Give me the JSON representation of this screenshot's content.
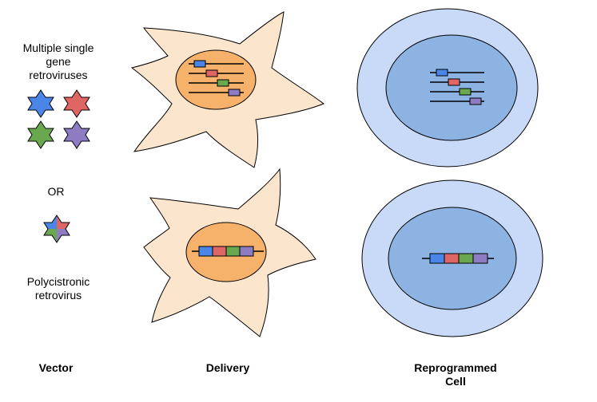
{
  "labels": {
    "multiple_line1": "Multiple single",
    "multiple_line2": "gene",
    "multiple_line3": "retroviruses",
    "or": "OR",
    "poly_line1": "Polycistronic",
    "poly_line2": "retrovirus",
    "col_vector": "Vector",
    "col_delivery": "Delivery",
    "col_reprogrammed_line1": "Reprogrammed",
    "col_reprogrammed_line2": "Cell"
  },
  "colors": {
    "blue_gene": "#4a86e8",
    "red_gene": "#e06666",
    "green_gene": "#6aa84f",
    "purple_gene": "#8e7cc3",
    "fibroblast_body": "#fce5cd",
    "fibroblast_nucleus": "#f6b26b",
    "ips_cytoplasm": "#c9daf8",
    "ips_nucleus": "#8db3e2",
    "outline": "#000000"
  }
}
